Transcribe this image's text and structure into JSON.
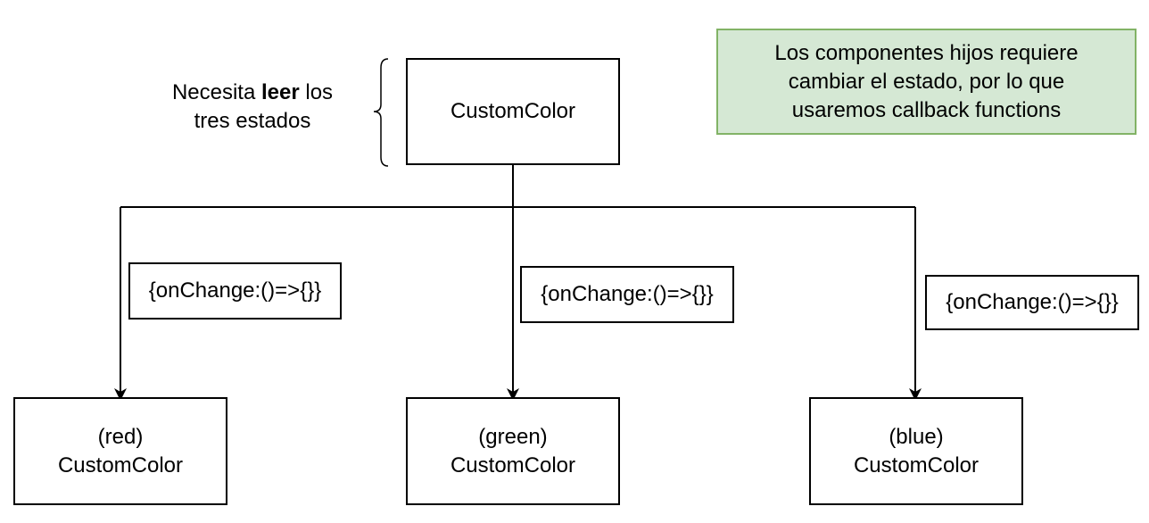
{
  "root": {
    "label": "CustomColor"
  },
  "annotation": {
    "prefix": "Necesita ",
    "emphasis": "leer",
    "suffix": " los",
    "line2": "tres estados"
  },
  "note": {
    "line1": "Los componentes hijos requiere",
    "line2": "cambiar el estado, por lo que",
    "line3": "usaremos callback functions",
    "fill": "#d5e8d4",
    "stroke": "#82b366"
  },
  "children": [
    {
      "prop": "(red)",
      "label": "CustomColor",
      "callback": "{onChange:()=>{}}"
    },
    {
      "prop": "(green)",
      "label": "CustomColor",
      "callback": "{onChange:()=>{}}"
    },
    {
      "prop": "(blue)",
      "label": "CustomColor",
      "callback": "{onChange:()=>{}}"
    }
  ]
}
